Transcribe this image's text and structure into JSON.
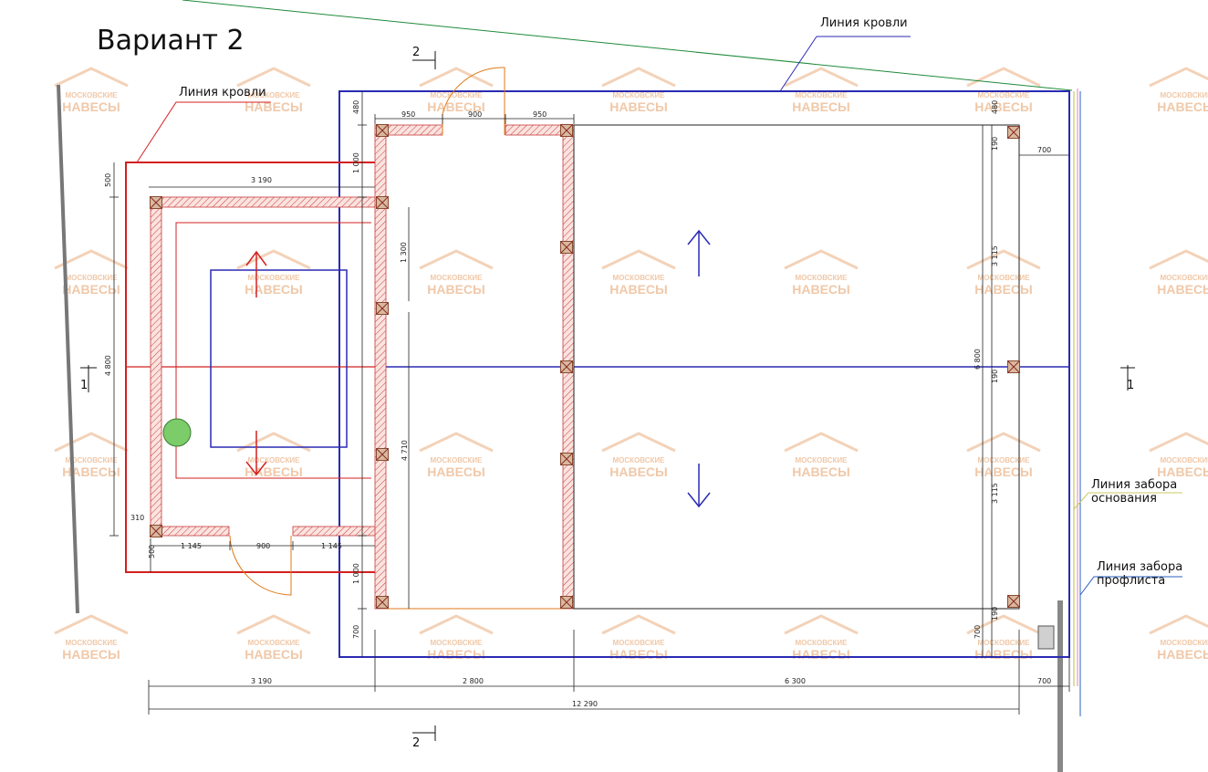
{
  "title": "Вариант 2",
  "watermark": {
    "line1": "МОСКОВСКИЕ",
    "line2": "НАВЕСЫ"
  },
  "labels": {
    "roof_line_top": "Линия кровли",
    "roof_line_left": "Линия кровли",
    "fence_base_1": "Линия забора",
    "fence_base_2": "основания",
    "fence_prof_1": "Линия забора",
    "fence_prof_2": "профлиста"
  },
  "section_marks": {
    "top": "2",
    "bottom": "2",
    "left": "1",
    "right": "1"
  },
  "dimensions": {
    "top_950_left": "950",
    "top_900": "900",
    "top_950_right": "950",
    "left_480": "480",
    "left_1000_top": "1 000",
    "left_1300": "1 300",
    "left_1000_bottom": "1 000",
    "left_700": "700",
    "small_3190": "3 190",
    "small_500": "500",
    "small_4800": "4 800",
    "small_310": "310",
    "small_500b": "500",
    "small_1145_left": "1 145",
    "small_900": "900",
    "small_1145_right": "1 145",
    "inner_4710": "4 710",
    "right_480": "480",
    "right_190_a": "190",
    "right_700": "700",
    "right_3115_a": "3 115",
    "right_6800": "6 800",
    "right_190_b": "190",
    "right_3115_b": "3 115",
    "right_190_c": "190",
    "right_700_b": "700",
    "bot_3190": "3 190",
    "bot_2800": "2 800",
    "bot_6300": "6 300",
    "bot_700": "700",
    "bot_total": "12 290"
  },
  "colors": {
    "roof_blue": "#2a2ab4",
    "roof_red": "#d42020",
    "wall_hatch": "#c83c3c",
    "roof_green": "#1f8a3a",
    "door_orange": "#e07a1a",
    "fence_grey": "#777777",
    "circle_green": "#7ccc6a"
  }
}
